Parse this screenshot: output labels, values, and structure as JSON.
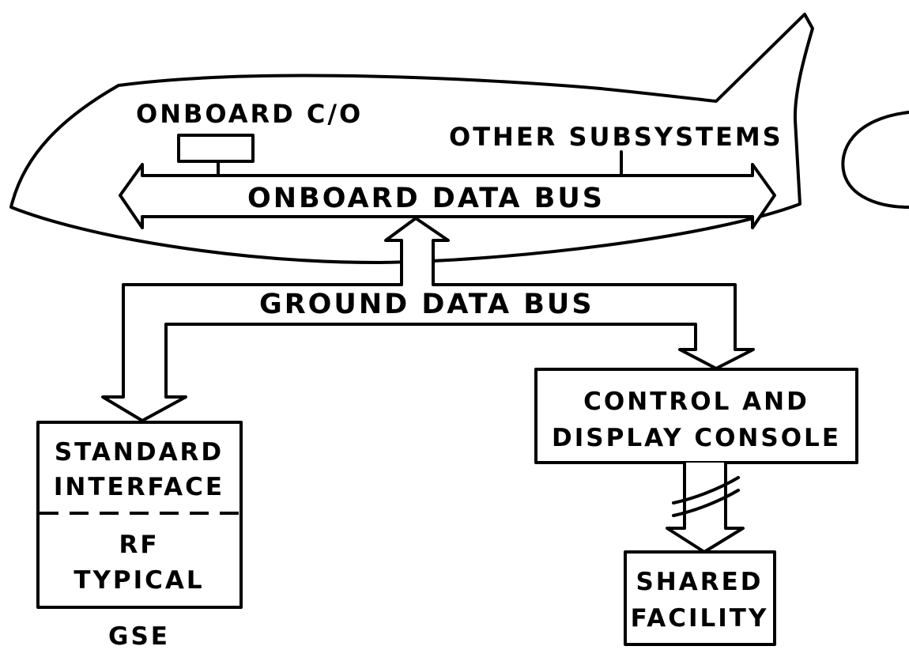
{
  "labels": {
    "onboard_checkout": "ONBOARD C/O",
    "other_subsystems": "OTHER SUBSYSTEMS",
    "onboard_data_bus": "ONBOARD DATA BUS",
    "ground_data_bus": "GROUND DATA BUS",
    "standard_interface_line1": "STANDARD",
    "standard_interface_line2": "INTERFACE",
    "rf_typical_line1": "RF",
    "rf_typical_line2": "TYPICAL",
    "gse": "GSE",
    "control_display_line1": "CONTROL AND",
    "control_display_line2": "DISPLAY CONSOLE",
    "shared_facility_line1": "SHARED",
    "shared_facility_line2": "FACILITY"
  },
  "colors": {
    "ink": "#000000",
    "paper": "#ffffff"
  }
}
